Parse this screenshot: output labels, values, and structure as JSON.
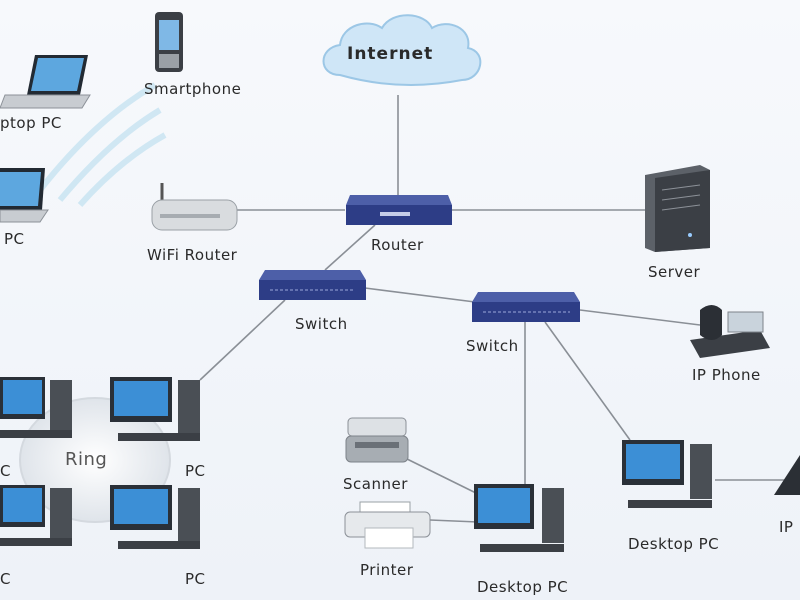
{
  "diagram": {
    "cloud_label": "Internet",
    "nodes": {
      "smartphone": "Smartphone",
      "laptop_top": "ptop PC",
      "laptop_bottom": "PC",
      "wifi_router": "WiFi Router",
      "router": "Router",
      "server": "Server",
      "switch_left": "Switch",
      "switch_right": "Switch",
      "ip_phone": "IP Phone",
      "ring": "Ring",
      "ring_pc_tl": "C",
      "ring_pc_tr": "PC",
      "ring_pc_bl": "C",
      "ring_pc_br": "PC",
      "scanner": "Scanner",
      "printer": "Printer",
      "desktop_center": "Desktop PC",
      "desktop_right": "Desktop PC",
      "ip_phone_edge": "IP"
    },
    "colors": {
      "line": "#8a8f96",
      "switch_blue": "#2d3d86",
      "screen_blue": "#3c8fd6",
      "tower_gray": "#4a4f55",
      "cloud": "#cfe6f7"
    }
  }
}
